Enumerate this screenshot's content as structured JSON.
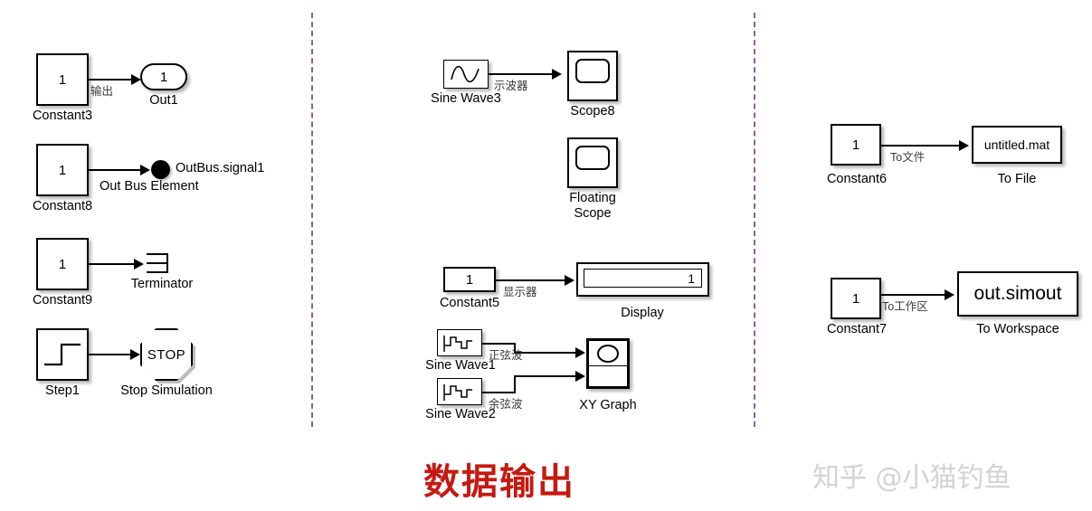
{
  "page": {
    "title": "数据输出",
    "watermark": "知乎 @小猫钓鱼",
    "title_color": "#c41a11",
    "watermark_color": "#d3d3d6",
    "divider_color": "#8b5f9e",
    "background": "#ffffff"
  },
  "groups": [
    {
      "id": "outputs-column",
      "blocks": [
        {
          "name": "constant3",
          "value": "1",
          "caption": "Constant3",
          "signal_label": "输出",
          "target": "Out1"
        },
        {
          "name": "out1-port",
          "value": "1",
          "caption": "Out1"
        },
        {
          "name": "constant8",
          "value": "1",
          "caption": "Constant8",
          "signal_label": "",
          "target": "Out Bus Element"
        },
        {
          "name": "out-bus-element",
          "caption": "Out Bus Element",
          "inline_label": "OutBus.signal1",
          "icon": "filled-circle-icon"
        },
        {
          "name": "constant9",
          "value": "1",
          "caption": "Constant9",
          "target": "Terminator"
        },
        {
          "name": "terminator",
          "caption": "Terminator",
          "icon": "terminator-icon"
        },
        {
          "name": "step1",
          "caption": "Step1",
          "icon": "step-waveform-icon",
          "target": "Stop Simulation"
        },
        {
          "name": "stop-simulation",
          "value": "STOP",
          "caption": "Stop Simulation",
          "icon": "octagon-stop-icon"
        }
      ]
    },
    {
      "id": "scopes-column",
      "blocks": [
        {
          "name": "sine-wave3",
          "caption": "Sine Wave3",
          "icon": "sine-wave-icon",
          "signal_label": "示波器",
          "target": "Scope8"
        },
        {
          "name": "scope8",
          "caption": "Scope8",
          "icon": "scope-icon"
        },
        {
          "name": "floating-scope",
          "caption": "Floating\nScope",
          "icon": "scope-icon"
        },
        {
          "name": "constant5",
          "value": "1",
          "caption": "Constant5",
          "signal_label": "显示器",
          "target": "Display"
        },
        {
          "name": "display",
          "value": "1",
          "caption": "Display",
          "icon": "display-icon"
        },
        {
          "name": "sine-wave1",
          "caption": "Sine Wave1",
          "icon": "discrete-sine-icon",
          "signal_label": "正弦波",
          "target": "XY Graph"
        },
        {
          "name": "sine-wave2",
          "caption": "Sine Wave2",
          "icon": "discrete-sine-icon",
          "signal_label": "余弦波",
          "target": "XY Graph"
        },
        {
          "name": "xy-graph",
          "caption": "XY Graph",
          "icon": "xy-graph-icon"
        }
      ]
    },
    {
      "id": "sinks-column",
      "blocks": [
        {
          "name": "constant6",
          "value": "1",
          "caption": "Constant6",
          "signal_label": "To文件",
          "target": "To File"
        },
        {
          "name": "to-file",
          "value": "untitled.mat",
          "caption": "To File"
        },
        {
          "name": "constant7",
          "value": "1",
          "caption": "Constant7",
          "signal_label": "To工作区",
          "target": "To Workspace"
        },
        {
          "name": "to-workspace",
          "value": "out.simout",
          "caption": "To Workspace"
        }
      ]
    }
  ]
}
